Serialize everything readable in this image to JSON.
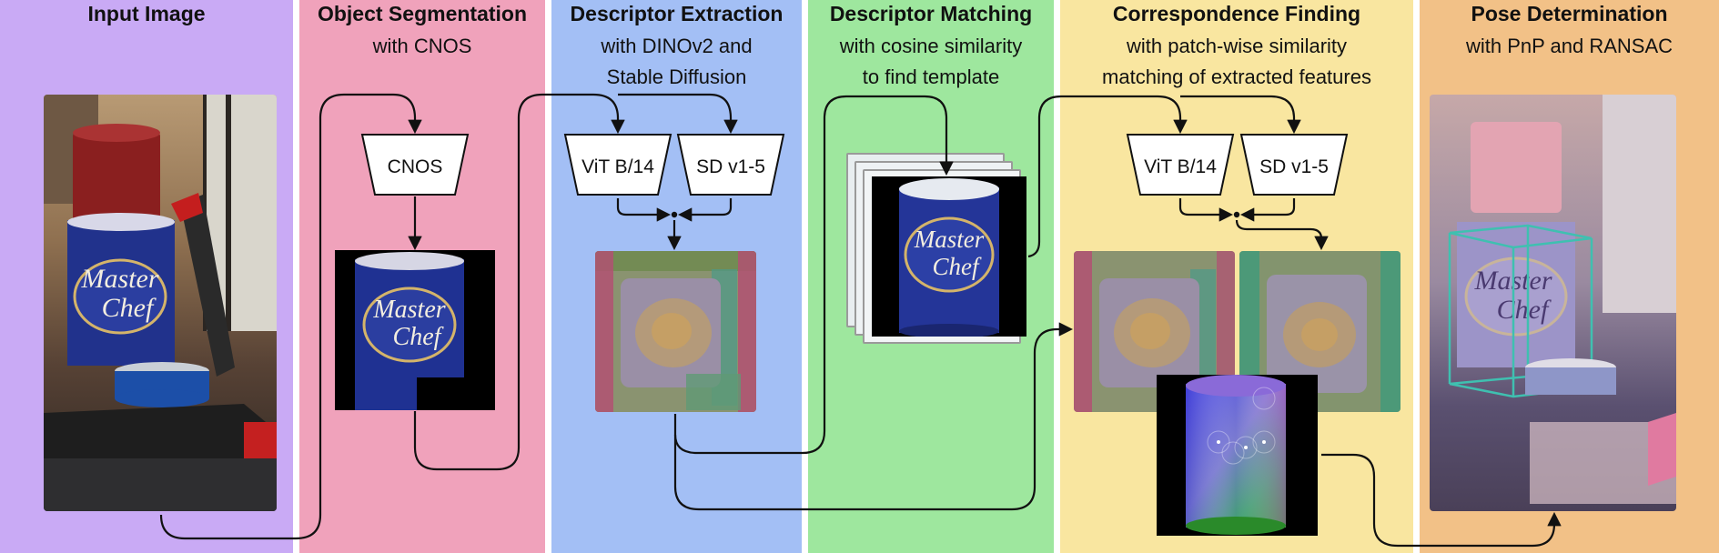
{
  "stages": [
    {
      "title": "Input Image",
      "subtitle": [],
      "color": "#c9aaf5"
    },
    {
      "title": "Object Segmentation",
      "subtitle": [
        "with CNOS"
      ],
      "color": "#f0a2bb"
    },
    {
      "title": "Descriptor Extraction",
      "subtitle": [
        "with DINOv2 and",
        "Stable Diffusion"
      ],
      "color": "#a3bff5"
    },
    {
      "title": "Descriptor Matching",
      "subtitle": [
        "with cosine similarity",
        "to find template"
      ],
      "color": "#9ee79e"
    },
    {
      "title": "Correspondence Finding",
      "subtitle": [
        "with patch-wise similarity",
        "matching of extracted features"
      ],
      "color": "#f9e6a0"
    },
    {
      "title": "Pose Determination",
      "subtitle": [
        "with PnP and RANSAC"
      ],
      "color": "#f2c187"
    }
  ],
  "encoders": {
    "cnos": "CNOS",
    "vit": "ViT B/14",
    "sd": "SD v1-5"
  },
  "image_text": {
    "brand_line1": "Master",
    "brand_line2": "Chef"
  }
}
